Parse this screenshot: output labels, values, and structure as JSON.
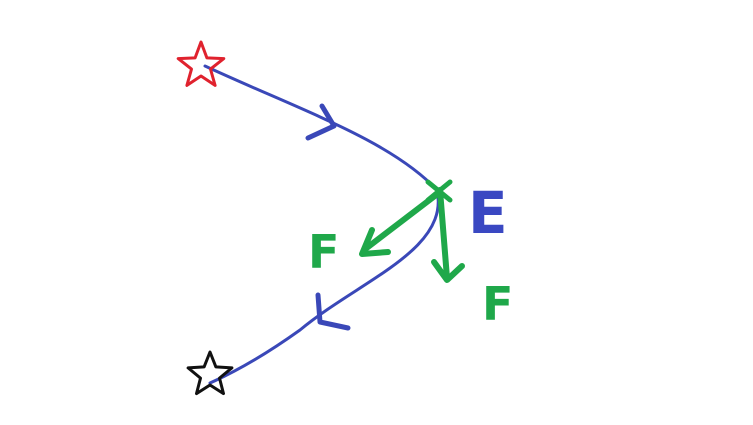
{
  "labels": {
    "point": "E",
    "force_left": "F",
    "force_down": "F"
  },
  "colors": {
    "path": "#3a48b8",
    "start_star": "#e0222e",
    "end_star": "#111111",
    "force": "#1fa84a",
    "point_label": "#3a48c2",
    "background": "#ffffff"
  },
  "icons": {
    "start": "star-outline-icon",
    "end": "star-outline-icon"
  }
}
